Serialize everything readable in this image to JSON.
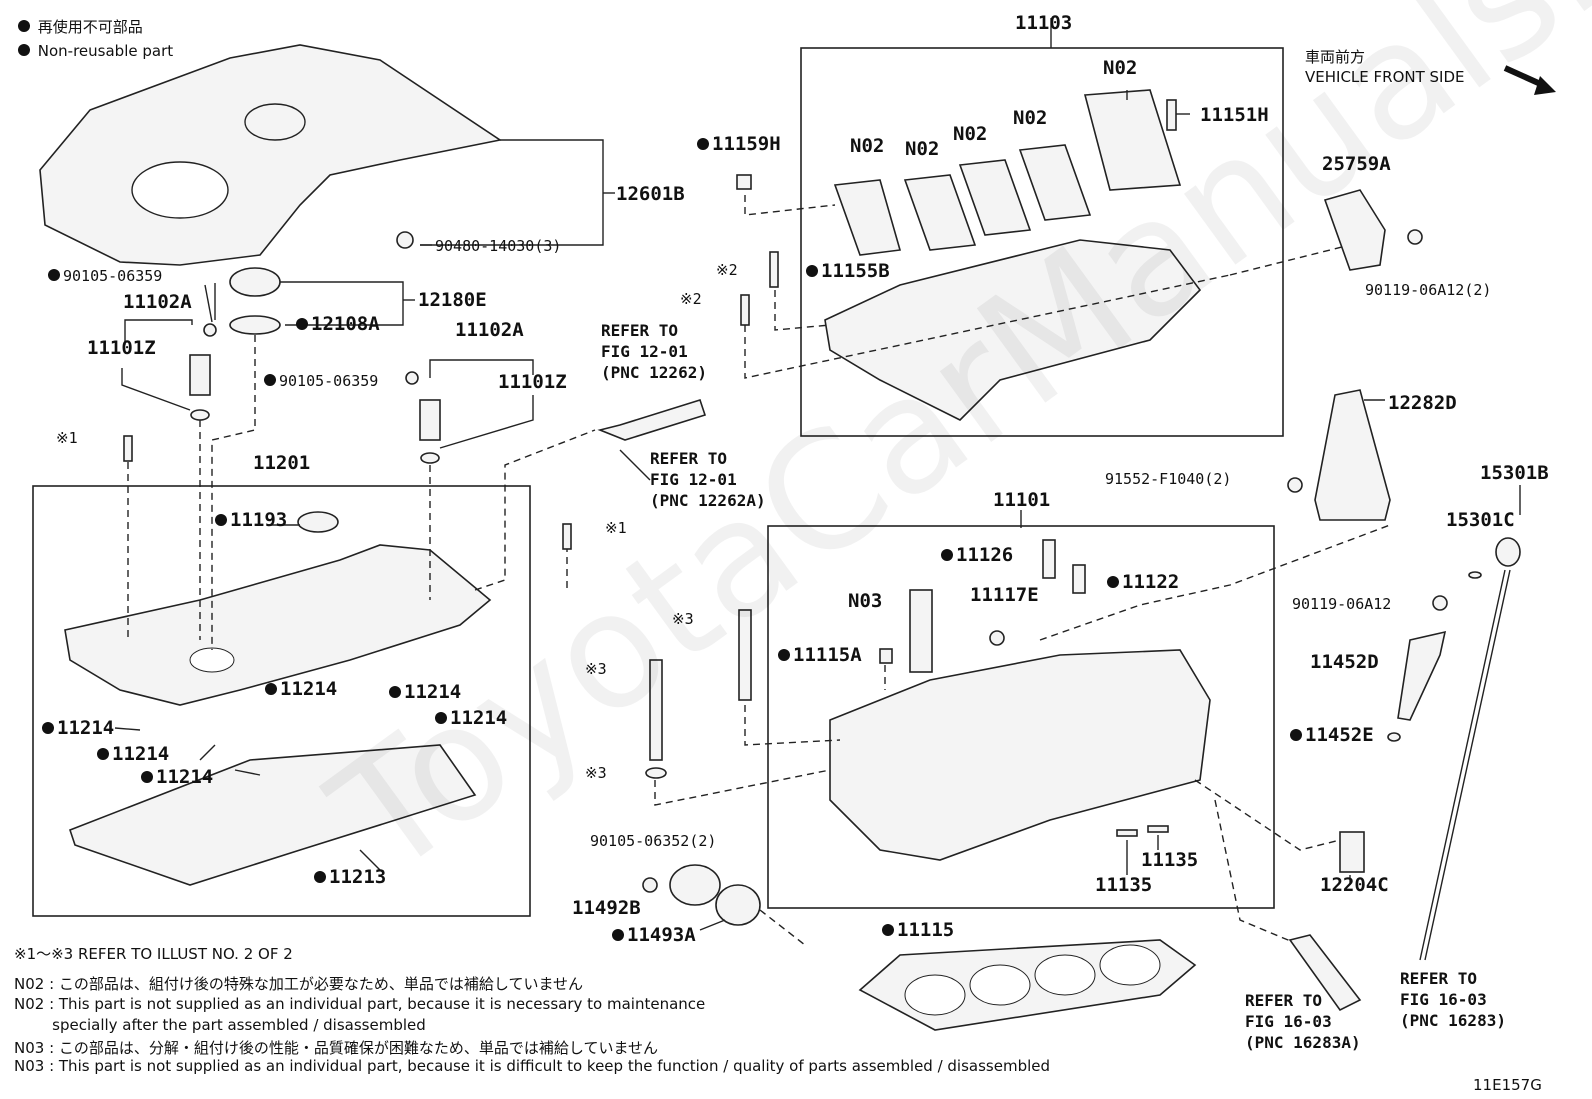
{
  "legend": {
    "non_reusable_ja": "再使用不可部品",
    "non_reusable_en": "Non-reusable part"
  },
  "vehicle_front": {
    "ja": "車両前方",
    "en": "VEHICLE FRONT SIDE"
  },
  "watermark": "ToyotaCarManuals.ru",
  "drawing_code": "11E157G",
  "labels": {
    "p12601B": "12601B",
    "p90480": "90480-14030(3)",
    "p90105_a": "90105-06359",
    "p11102A_a": "11102A",
    "p11101Z_a": "11101Z",
    "p12180E": "12180E",
    "p12108A": "12108A",
    "p90105_b": "90105-06359",
    "p11102A_b": "11102A",
    "p11101Z_b": "11101Z",
    "p11201": "11201",
    "p11193": "11193",
    "p11214_1": "11214",
    "p11214_2": "11214",
    "p11214_3": "11214",
    "p11214_4": "11214",
    "p11214_5": "11214",
    "p11214_6": "11214",
    "p11213": "11213",
    "p11103": "11103",
    "pN02_1": "N02",
    "pN02_2": "N02",
    "pN02_3": "N02",
    "pN02_4": "N02",
    "pN02_5": "N02",
    "p11151H": "11151H",
    "p11159H": "11159H",
    "p11155B": "11155B",
    "pX2_a": "※2",
    "pX2_b": "※2",
    "pX1_a": "※1",
    "pX1_b": "※1",
    "pX3_a": "※3",
    "pX3_b": "※3",
    "pX3_c": "※3",
    "p25759A": "25759A",
    "p90119_a": "90119-06A12(2)",
    "p12282D": "12282D",
    "p91552": "91552-F1040(2)",
    "p15301B": "15301B",
    "p15301C": "15301C",
    "p90119_b": "90119-06A12",
    "p11452D": "11452D",
    "p11452E": "11452E",
    "p12204C": "12204C",
    "p11101": "11101",
    "p11126": "11126",
    "p11122": "11122",
    "pN03": "N03",
    "p11117E": "11117E",
    "p11115A": "11115A",
    "p11135_a": "11135",
    "p11135_b": "11135",
    "p90105_06352": "90105-06352(2)",
    "p11492B": "11492B",
    "p11493A": "11493A",
    "p11115": "11115"
  },
  "refs": {
    "ref1": "REFER TO\nFIG 12-01\n(PNC 12262)",
    "ref2": "REFER TO\nFIG 12-01\n(PNC 12262A)",
    "ref3": "REFER TO\nFIG 16-03\n(PNC 16283A)",
    "ref4": "REFER TO\nFIG 16-03\n(PNC 16283)"
  },
  "notes": [
    "※1～※3  REFER TO ILLUST NO. 2 OF 2",
    "N02 : この部品は、組付け後の特殊な加工が必要なため、単品では補給していません",
    "N02 : This part is not supplied as an individual part, because it is necessary to maintenance",
    "        specially after the part assembled / disassembled",
    "N03 : この部品は、分解・組付け後の性能・品質確保が困難なため、単品では補給していません",
    "N03 : This part is not supplied as an individual part, because it is difficult to keep the function / quality of parts  assembled / disassembled"
  ]
}
